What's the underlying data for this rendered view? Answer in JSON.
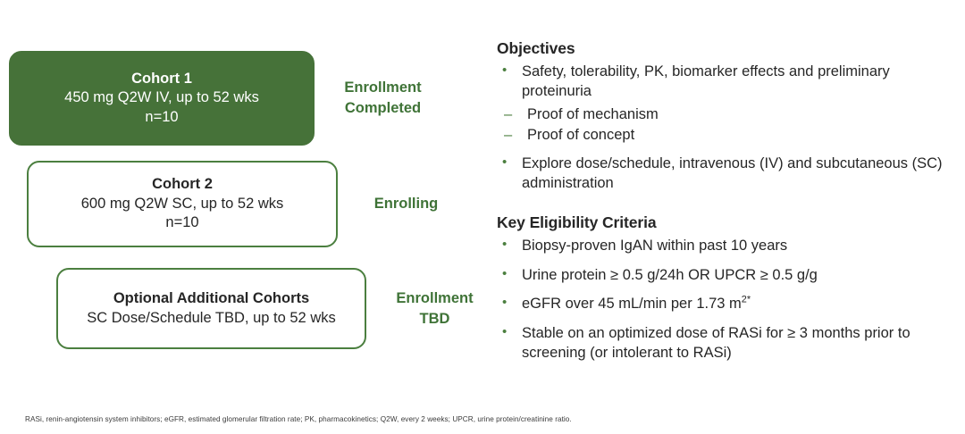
{
  "diagram": {
    "cohorts": [
      {
        "title": "Cohort 1",
        "dose": "450 mg Q2W IV, up to 52 wks",
        "n": "n=10",
        "status_line1": "Enrollment",
        "status_line2": "Completed",
        "style": "filled",
        "fill_color": "#467239"
      },
      {
        "title": "Cohort 2",
        "dose": "600 mg Q2W SC, up to 52 wks",
        "n": "n=10",
        "status_line1": "Enrolling",
        "status_line2": "",
        "style": "outline",
        "border_color": "#4b7f3f"
      },
      {
        "title": "Optional Additional Cohorts",
        "dose": "SC Dose/Schedule TBD, up to 52 wks",
        "n": "",
        "status_line1": "Enrollment",
        "status_line2": "TBD",
        "style": "outline",
        "border_color": "#4b7f3f"
      }
    ]
  },
  "objectives": {
    "heading": "Objectives",
    "items": [
      "Safety, tolerability, PK, biomarker effects and preliminary proteinuria",
      "Explore dose/schedule, intravenous (IV) and subcutaneous (SC) administration"
    ],
    "subitems": [
      "Proof of mechanism",
      "Proof of concept"
    ]
  },
  "eligibility": {
    "heading": "Key Eligibility Criteria",
    "items": [
      "Biopsy-proven IgAN within past 10 years",
      "Urine protein ≥ 0.5 g/24h OR UPCR ≥ 0.5 g/g",
      "Stable on an optimized dose of RASi for ≥ 3  months prior to screening (or intolerant to RASi)"
    ],
    "egfr_prefix": "eGFR over 45 mL/min per 1.73 m",
    "egfr_sup": "2*"
  },
  "footnote": "RASi, renin-angiotensin system inhibitors; eGFR, estimated glomerular filtration rate; PK, pharmacokinetics; Q2W, every 2 weeks; UPCR, urine protein/creatinine ratio.",
  "colors": {
    "brand_green_fill": "#467239",
    "brand_green_text": "#3f7337",
    "brand_green_border": "#4b7f3f",
    "body_text": "#262626"
  }
}
